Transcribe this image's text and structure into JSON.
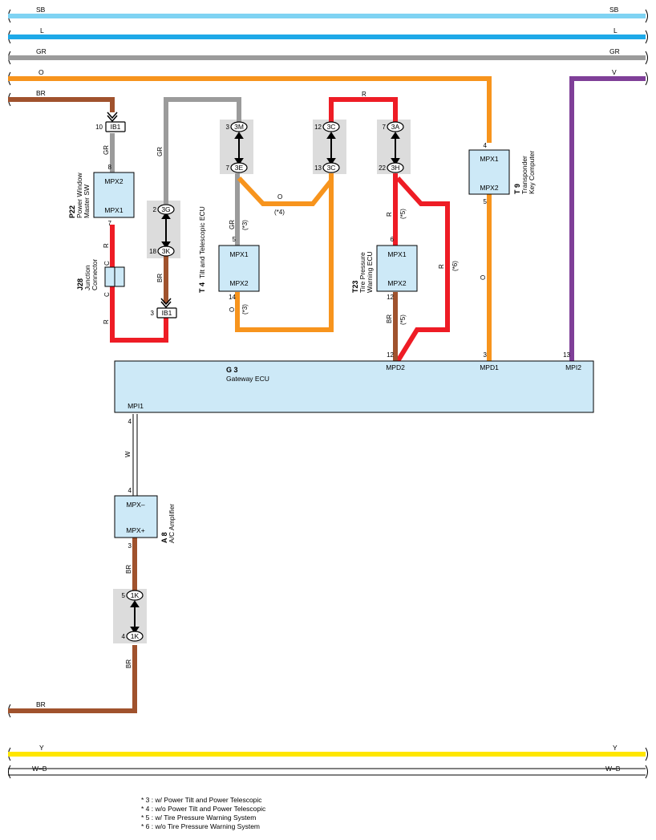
{
  "colors": {
    "SB": "#7fd3f3",
    "L": "#1ea9e8",
    "GR": "#9b9b9b",
    "O": "#f7941d",
    "BR": "#a0522d",
    "R": "#ee1c25",
    "V": "#7f3f98",
    "Y": "#ffe600",
    "ecu_fill": "#cde9f7",
    "shade": "#dcdcdc"
  },
  "buses": {
    "sb": "SB",
    "l": "L",
    "gr": "GR",
    "o": "O",
    "br": "BR",
    "v": "V",
    "y": "Y",
    "wb": "W–B"
  },
  "wires": {
    "gr": "GR",
    "r": "R",
    "br": "BR",
    "o": "O",
    "w": "W",
    "c": "C",
    "note3": "(*3)",
    "note4": "(*4)",
    "note5": "(*5)",
    "note6": "(*6)"
  },
  "connectors": {
    "ib1": "IB1",
    "c3g": "3G",
    "c3k": "3K",
    "c3m": "3M",
    "c3e": "3E",
    "c3c": "3C",
    "c3a": "3A",
    "c3h": "3H",
    "c1k": "1K"
  },
  "pins": {
    "p10": "10",
    "p8": "8",
    "p7": "7",
    "p2": "2",
    "p18": "18",
    "p3": "3",
    "p5": "5",
    "p14": "14",
    "p12": "12",
    "p13": "13",
    "p22": "22",
    "p6": "6",
    "p4": "4"
  },
  "ecus": {
    "p22": {
      "code": "P22",
      "name1": "Power Window",
      "name2": "Master SW",
      "top": "MPX2",
      "bottom": "MPX1"
    },
    "j28": {
      "code": "J28",
      "name1": "Junction",
      "name2": "Connector"
    },
    "t4": {
      "code": "T 4",
      "name": "Tilt and Telescopic ECU",
      "top": "MPX1",
      "bottom": "MPX2"
    },
    "t23": {
      "code": "T23",
      "name1": "Tire Pressure",
      "name2": "Warning ECU",
      "top": "MPX1",
      "bottom": "MPX2"
    },
    "t9": {
      "code": "T 9",
      "name1": "Transponder",
      "name2": "Key Computer",
      "top": "MPX1",
      "bottom": "MPX2"
    },
    "g3": {
      "code": "G 3",
      "name": "Gateway ECU",
      "mpd2": "MPD2",
      "mpd1": "MPD1",
      "mpi2": "MPI2",
      "mpi1": "MPI1"
    },
    "a8": {
      "code": "A 8",
      "name": "A/C Amplifier",
      "top": "MPX–",
      "bottom": "MPX+"
    }
  },
  "notes": [
    "* 3 : w/ Power Tilt and Power Telescopic",
    "* 4 : w/o Power Tilt and Power Telescopic",
    "* 5 : w/ Tire Pressure Warning System",
    "* 6 : w/o Tire Pressure Warning System"
  ]
}
